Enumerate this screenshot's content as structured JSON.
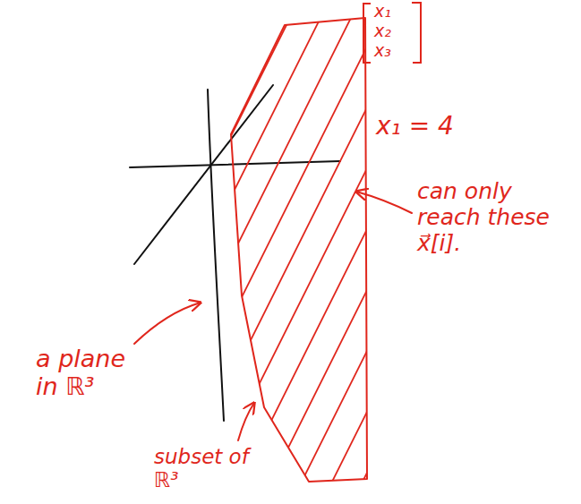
{
  "diagram": {
    "labels": [
      "x₁",
      "x₂",
      "x₃",
      "x₁ = 4",
      "can only reach these x⃗[i].",
      "a plane in ℝ³",
      "subset of ℝ³"
    ]
  }
}
